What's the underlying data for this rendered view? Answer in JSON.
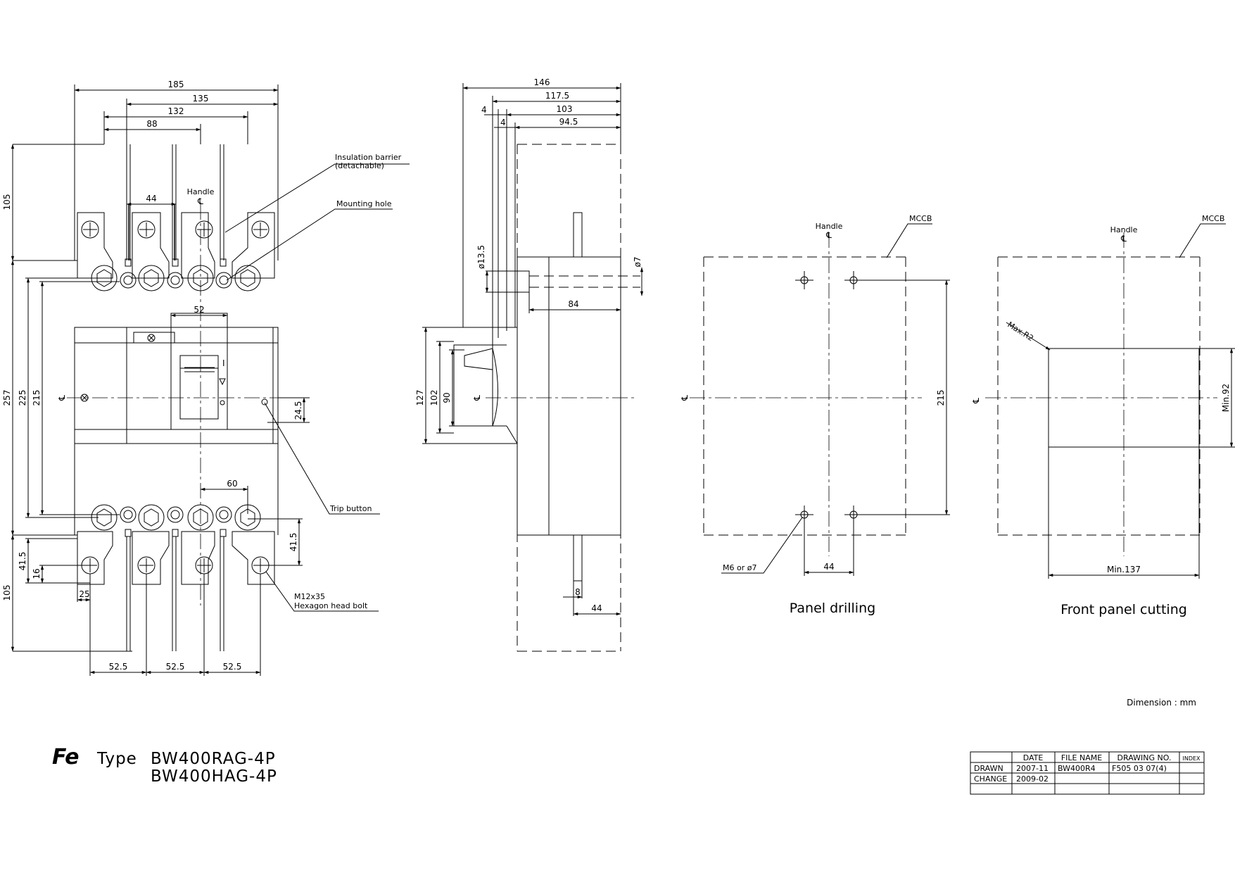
{
  "front_view": {
    "dims": {
      "w185": "185",
      "w135": "135",
      "w132": "132",
      "w88": "88",
      "w44": "44",
      "h105_top": "105",
      "h257": "257",
      "h225": "225",
      "h215": "215",
      "w52": "52",
      "w60": "60",
      "h24_5": "24.5",
      "h41_5_right": "41.5",
      "h41_5_left": "41.5",
      "h16": "16",
      "w25": "25",
      "h105_bottom": "105",
      "p1": "52.5",
      "p2": "52.5",
      "p3": "52.5"
    },
    "labels": {
      "handle": "Handle",
      "insulation_line1": "Insulation barrier",
      "insulation_line2": "(detachable)",
      "mounting_hole": "Mounting hole",
      "trip_button": "Trip button",
      "bolt_line1": "M12x35",
      "bolt_line2": "Hexagon head bolt"
    }
  },
  "side_view": {
    "dims": {
      "w146": "146",
      "w117_5": "117.5",
      "w103": "103",
      "w94_5": "94.5",
      "w4a": "4",
      "w4b": "4",
      "d13_5": "ø13.5",
      "d7": "ø7",
      "w84": "84",
      "h127": "127",
      "h102": "102",
      "h90": "90",
      "w8": "8",
      "w44": "44"
    }
  },
  "panel_drilling": {
    "caption": "Panel drilling",
    "handle": "Handle",
    "mccb": "MCCB",
    "h215": "215",
    "w44": "44",
    "hole": "M6 or ø7"
  },
  "front_panel_cutting": {
    "caption": "Front panel cutting",
    "handle": "Handle",
    "mccb": "MCCB",
    "radius": "Max.R2",
    "min92": "Min.92",
    "min137": "Min.137"
  },
  "centerline_symbol": "℄",
  "dimension_note": "Dimension : mm",
  "logo": "Fe",
  "type_label": "Type",
  "models": [
    "BW400RAG-4P",
    "BW400HAG-4P"
  ],
  "title_block": {
    "headers": [
      "",
      "DATE",
      "FILE NAME",
      "DRAWING NO.",
      "INDEX"
    ],
    "rows": [
      [
        "DRAWN",
        "2007-11",
        "BW400R4",
        "F505 03 07(4)",
        ""
      ],
      [
        "CHANGE",
        "2009-02",
        "",
        "",
        ""
      ],
      [
        "",
        "",
        "",
        "",
        ""
      ]
    ]
  }
}
